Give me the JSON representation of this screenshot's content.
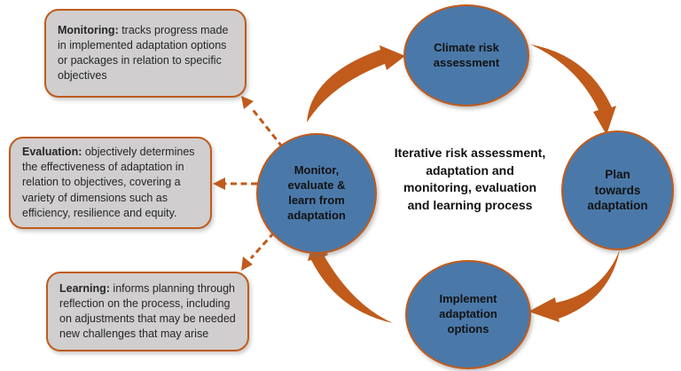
{
  "center_text": "Iterative risk assessment,\nadaptation and\nmonitoring, evaluation\nand learning process",
  "circles": {
    "climate": {
      "label": "Climate risk\nassessment"
    },
    "plan": {
      "label": "Plan\ntowards\nadaptation"
    },
    "implement": {
      "label": "Implement\nadaptation\noptions"
    },
    "monitor": {
      "label": "Monitor,\nevaluate &\nlearn from\nadaptation"
    }
  },
  "notes": {
    "monitoring": {
      "label": "Monitoring:",
      "text": " tracks progress made in implemented adaptation options or packages in relation to specific objectives"
    },
    "evaluation": {
      "label": "Evaluation:",
      "text": " objectively determines the effectiveness of adaptation in relation to objectives, covering a variety of dimensions such as efficiency, resilience and equity."
    },
    "learning": {
      "label": "Learning:",
      "text": " informs planning through reflection on the process, including on adjustments that may be needed new challenges that may arise"
    }
  },
  "colors": {
    "circle_fill": "#4A79A9",
    "accent_orange": "#C05B1C",
    "note_fill": "#D0CECE",
    "text_dark": "#262626"
  }
}
